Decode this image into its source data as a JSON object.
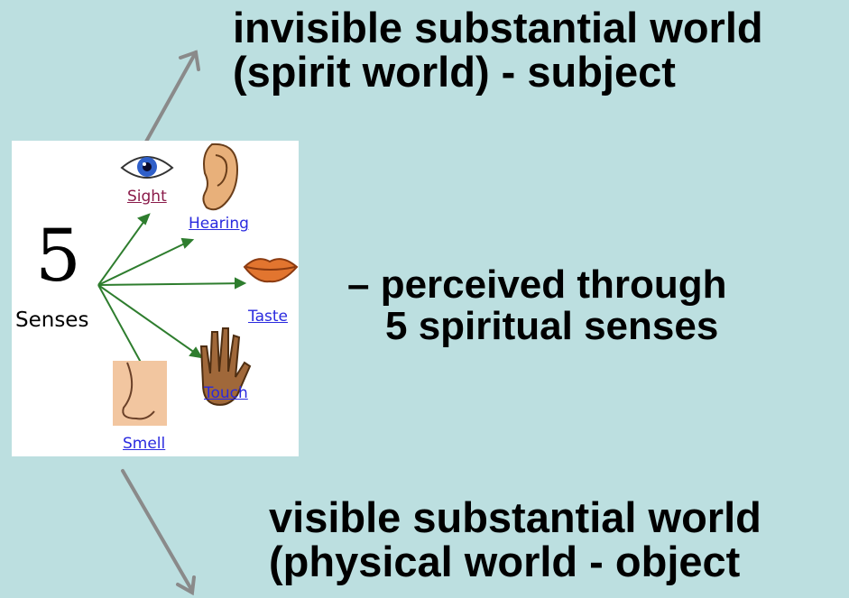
{
  "top_text": {
    "line1": "invisible substantial world",
    "line2": "(spirit world) - subject"
  },
  "middle_text": {
    "line1": "– perceived through",
    "line2": "5 spiritual senses"
  },
  "bottom_text": {
    "line1": "visible substantial world",
    "line2": "(physical world - object"
  },
  "senses_image": {
    "number": "5",
    "title": "Senses",
    "labels": {
      "sight": "Sight",
      "hearing": "Hearing",
      "taste": "Taste",
      "touch": "Touch",
      "smell": "Smell"
    }
  },
  "colors": {
    "background": "#bcdfe0",
    "arrow": "#8a8a8a",
    "sense_arrow": "#2e7d2e",
    "label_link": "#2a2adf"
  }
}
